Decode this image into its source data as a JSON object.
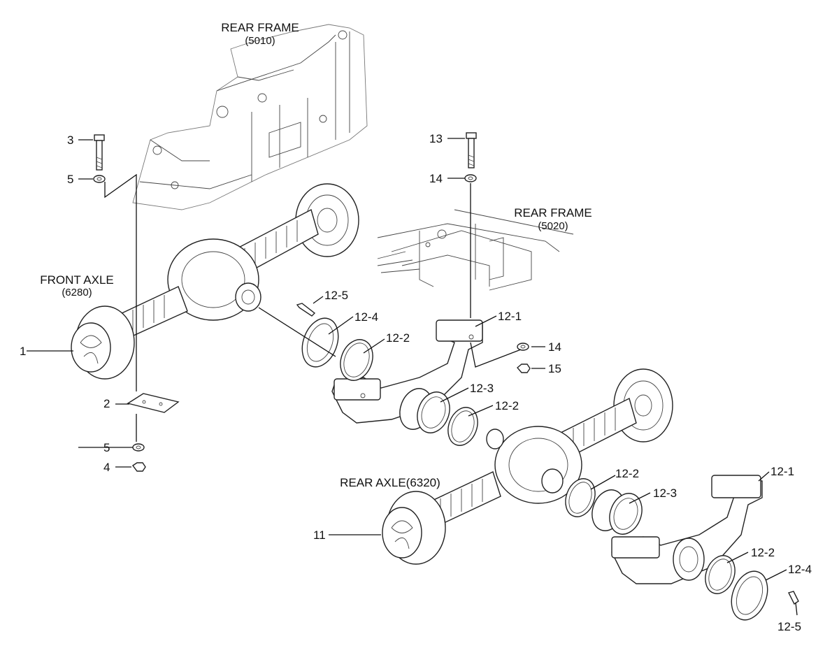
{
  "assemblies": {
    "rear_frame_5010": {
      "title": "REAR FRAME",
      "code": "(5010)"
    },
    "rear_frame_5020": {
      "title": "REAR FRAME",
      "code": "(5020)"
    },
    "front_axle": {
      "title": "FRONT AXLE",
      "code": "(6280)"
    },
    "rear_axle": {
      "title": "REAR AXLE(6320)"
    }
  },
  "callouts": {
    "c1": "1",
    "c2": "2",
    "c3": "3",
    "c4": "4",
    "c5a": "5",
    "c5b": "5",
    "c11": "11",
    "c13": "13",
    "c14a": "14",
    "c14b": "14",
    "c15": "15",
    "c12_1a": "12-1",
    "c12_1b": "12-1",
    "c12_2a": "12-2",
    "c12_2b": "12-2",
    "c12_2c": "12-2",
    "c12_2d": "12-2",
    "c12_3a": "12-3",
    "c12_3b": "12-3",
    "c12_4a": "12-4",
    "c12_4b": "12-4",
    "c12_5a": "12-5",
    "c12_5b": "12-5"
  }
}
